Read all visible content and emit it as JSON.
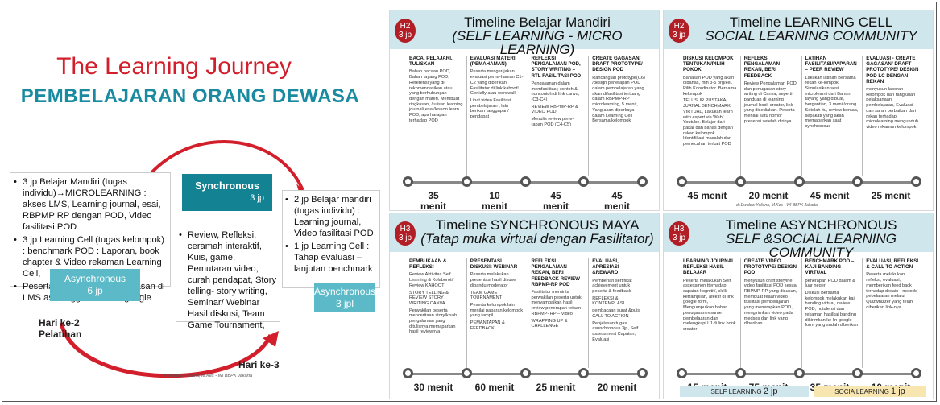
{
  "left": {
    "title": "The Learning Journey",
    "subtitle": "PEMBELAJARAN ORANG DEWASA",
    "box1_items": [
      "3 jp Belajar Mandiri (tugas individu)→MICROLEARNING : akses LMS, Learning journal, esai, RBPMP RP dengan POD, Video fasilitasi POD",
      "3 jp Learning Cell (tugas kelompok) : benchmark POD : Laporan, book chapter & Video rekaman Learning Cell,",
      "Peserta mengerjakan penugasan di LMS asn unggul dan site google"
    ],
    "async1_label": "Asynchronous",
    "async1_jp": "6 jp",
    "sync_label": "Synchronous",
    "sync_jp": "3 jp",
    "box2_items": [
      "Review, Refleksi, ceramah interaktif, Kuis, game, Pemutaran video, curah pendapat, Story telling- story writing, Seminar/ Webinar Hasil diskusi, Team Game Tournament,"
    ],
    "box3_items": [
      "2 jp Belajar mandiri (tugas individu) : Learning journal, Video fasilitasi POD",
      "1 jp Learning Cell : Tahap evaluasi – lanjutan benchmark"
    ],
    "async2_label": "Asynchronous",
    "async2_jp": "3 jpl",
    "hari2_a": "Hari ke-2",
    "hari2_b": "Pelatihan",
    "hari3": "Hari ke-3",
    "credit": "dr.Dwidew Yuliana, M.Kes - WI BBPK Jakarta",
    "arrow_color": "#d21f2b"
  },
  "panels": [
    {
      "badge": [
        "H2",
        "3 jp"
      ],
      "title1": "Timeline Belajar Mandiri",
      "title2": "(SELF LEARNING - MICRO LEARNING)",
      "columns": [
        {
          "head": "BACA, PELAJARI, TULISKAN",
          "body": [
            "Bahan bacaan POD, Bahan tayang POD, Referensi yang di-rekomendasikan atau yang berhubungan dengan materi. Membuat ringkasan, /tulisan learning journal/ esai/lesson learn POD, apa harapan terhadap POD"
          ]
        },
        {
          "head": "EVALUASI MATERI (PEMAHAMAN)",
          "body": [
            "Peserta menger-jakan evaluasi pema-haman C1-C2 yang diberikan Fasilitator di link kahoot! Genially atau wordwall",
            "Lihat video Fasilitasi pembelajaran , lalu berikan tanggapan/ pendapat"
          ]
        },
        {
          "head": "REFLEKSI PENGALAMAN POD, STORY WRITING – RTL FASILITASI POD",
          "body": [
            "Pengalaman dalam memfasilitasi; contoh & noncontoh di link canva, (C3-C4)",
            "REVIEW RBPMP-RP & VIDEO POD",
            "Menulis review pene-rapan POD (C4-C5)"
          ]
        },
        {
          "head": "CREATE GAGASAN/ DRAFT PROTOTYPE/ DESIGN POD",
          "body": [
            "Rancanglah prototype(C6) /design penerapan POD dalam pembelajaran yang akan difasilitasi tertuang dalam RBPMP-RP microlearning, 5 menit, Yang akan diperkaya dalam Learning Cell Bersama kelompok"
          ]
        }
      ],
      "durations": [
        "35\nmenit",
        "10\nmenit",
        "45\nmenit",
        "45\nmenit"
      ]
    },
    {
      "badge": [
        "H2",
        "3 jp"
      ],
      "title1": "Timeline LEARNING CELL",
      "title2": "SOCIAL LEARNING COMMUNITY",
      "columns": [
        {
          "head": "DISKUSI KELOMPOK TENTUKAN/Pilih Pokok",
          "body": [
            "Bahasan POD yang akan dibahas, min 3-5 org/kel. Pilih Koordinator. Bersama kelompok",
            "TELUSUR PUSTAKA/ JURNAL BENCHMARK VIRTUAL, Lakukan learn with expert via Web/ Youtube. Belajar dari pakar dan bahas dengan rekan kelompok. Identifikasi masalah dan pemecahan terkait POD"
          ]
        },
        {
          "head": "REFLEKSI PENGALAMAN REKAN, BERI FEEDBACK",
          "body": [
            "Review Pengalaman POD dan penugasan story writing di Canva, seperti panduan di learning journal book creator, link yang disediakan. Peserta menilai satu nomor presensi setelah dirinya."
          ]
        },
        {
          "head": "LATIHAN FASILITASI/PAPARAN – PEER REVIEW",
          "body": [
            "Lakukan latihan Bersama rekan ke-lompok, Simulasikan sesi microlearni dari Bahan tayang yang dibuat, bergantian, 3 menit/orang. Setelah itu, review bersaa, sepakati yang akan memaparkan saat synchronous"
          ]
        },
        {
          "head": "EVALUASI - CREATE GAGASAN/ DRAFT PROTOTYPE/ DESIGN POD LC DENGAN REKAN",
          "body": [
            "menyusun laporan kelompok dari rangkaian pelaksanaan pembelajaran, Evaluasi dan saran perbaikan dari rekan terhadap microlearning mengunduh video rekaman kelompok"
          ]
        }
      ],
      "durations": [
        "45 menit",
        "20 menit",
        "45 menit",
        "25 menit"
      ],
      "credit": "dr.Dwidew Yuliana, M.Kes - WI BBPK Jakarta"
    },
    {
      "badge": [
        "H3",
        "3 jp"
      ],
      "title1": "Timeline SYNCHRONOUS MAYA",
      "title2": "(Tatap muka virtual dengan Fasilitator)",
      "columns": [
        {
          "head": "PEMBUKAAN & REFLEKSI",
          "body": [
            "Review Aktivitas Self Learning & Kolaborotif Review KAHOOT",
            "STORY TELLING & REVIEW STORY WRITING CANVA",
            "Perwakilan peserta menceritaan story/kisah pengalaman yang ditulisnya memaparkan hasil reviewnya"
          ]
        },
        {
          "head": "PRESENTASI DISKUSI: WEBINAR",
          "body": [
            "Peserta melakukan presentasi hasil disuse dipandu moderator",
            "TEAM GAME TOURNAMENT",
            "Peserta kelompok lain menilai paparan kelompok yang tampil",
            "PEMANTAPAN & FEEDBACK"
          ]
        },
        {
          "head": "REFLEKSI PENGALAMAN REKAN, BERI FEEDBACK Review RBPMP-RP POD",
          "body": [
            "Fasilitator meminta perwakilan peserta untuk menyampaikan hasil review penerapan tetaan RBPMP- RP – Video",
            "WRAPPING UP & CHALLENGE"
          ]
        },
        {
          "head": "EVALUASI, APRESIASI &REWARD",
          "body": [
            "Pemberian sertifikat achievement untuk peserta & feedback",
            "REFLEKSI & KONTEMPLASI",
            "pembacaan surat &puisi CALL TO ACTION-",
            "Penjelasan tugas asunchronous 3jp, Self assessment Capaian, Evaluasi"
          ]
        }
      ],
      "durations": [
        "30 menit",
        "60 menit",
        "25 menit",
        "20 menit"
      ]
    },
    {
      "badge": [
        "H3",
        "3 jp"
      ],
      "title1": "Timeline ASYNCHRONOUS",
      "title2": "SELF &SOCIAL LEARNING COMMUNITY",
      "columns": [
        {
          "head": "LEARNING JOURNAL Refleksi hasil belajar",
          "body": [
            "Peserta melakukan Self assessmen tterhadap capaian kognitif/, skill/ ketrampilan, afektif di link google form, Mengumpulkan bahan penugasan resume pembelaaran dan melengkapi LJ di link book creator"
          ]
        },
        {
          "head": "CREATE VIDEO PROTOTYPE/ DESIGN POD",
          "body": [
            "menyusun draft storyine video fasilitasi POD sesuai RBPMP-RP yang disusun, membuat reaan video fasilitasi pembelajaran yang menerapkan POD, mengirimkan video pada medsos dan link yang diberikan"
          ]
        },
        {
          "head": "BENCHMARK POD – Kaji banding virtual",
          "body": [
            "penerapan POD dalam & luar negeri",
            "Diskusi Bersama kelompok melakukan kaji banding virtual, review POD, notulensi dan rekaman hasilkai banding dikirimkan ke lin google form yang sudah diberikan"
          ]
        },
        {
          "head": "EVALUASI, REFLEKSI & CALL TO ACTION",
          "body": [
            "Peserta melakukan refleksi, evaluasi, memberikan feed back terhadap desain - metode pebelajaran melalui Quizwhizzer yang telah diberikan link-nya"
          ]
        }
      ],
      "durations": [
        "15 menit",
        "75 menit",
        "35 menit",
        "10 menit"
      ],
      "self_label": "SELF LEARNING",
      "self_jp": "2 jp",
      "social_label": "SOCIA LEARNING",
      "social_jp": "1 jp",
      "self_color": "#cfe6ec",
      "social_color": "#f7e6b0"
    }
  ]
}
